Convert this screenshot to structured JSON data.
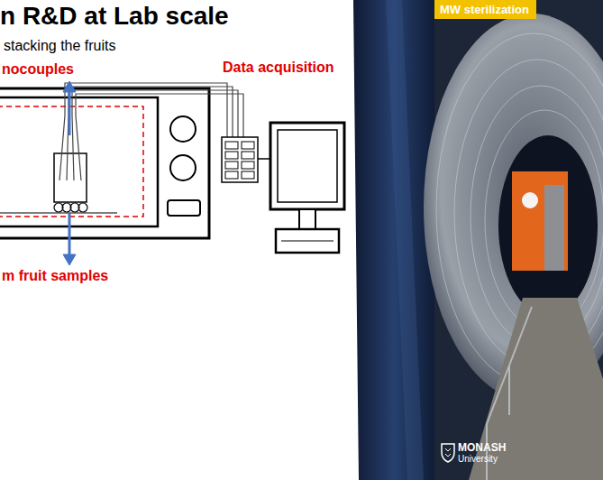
{
  "diagram": {
    "title": "n R&D at Lab scale",
    "nodes": [
      {
        "text": [
          "MW sterilization"
        ]
      }
    ],
    "labels": [
      "stacking the fruits",
      "nocouples",
      "Data acquisition",
      "m fruit samples",
      "MONASH",
      "University"
    ]
  }
}
